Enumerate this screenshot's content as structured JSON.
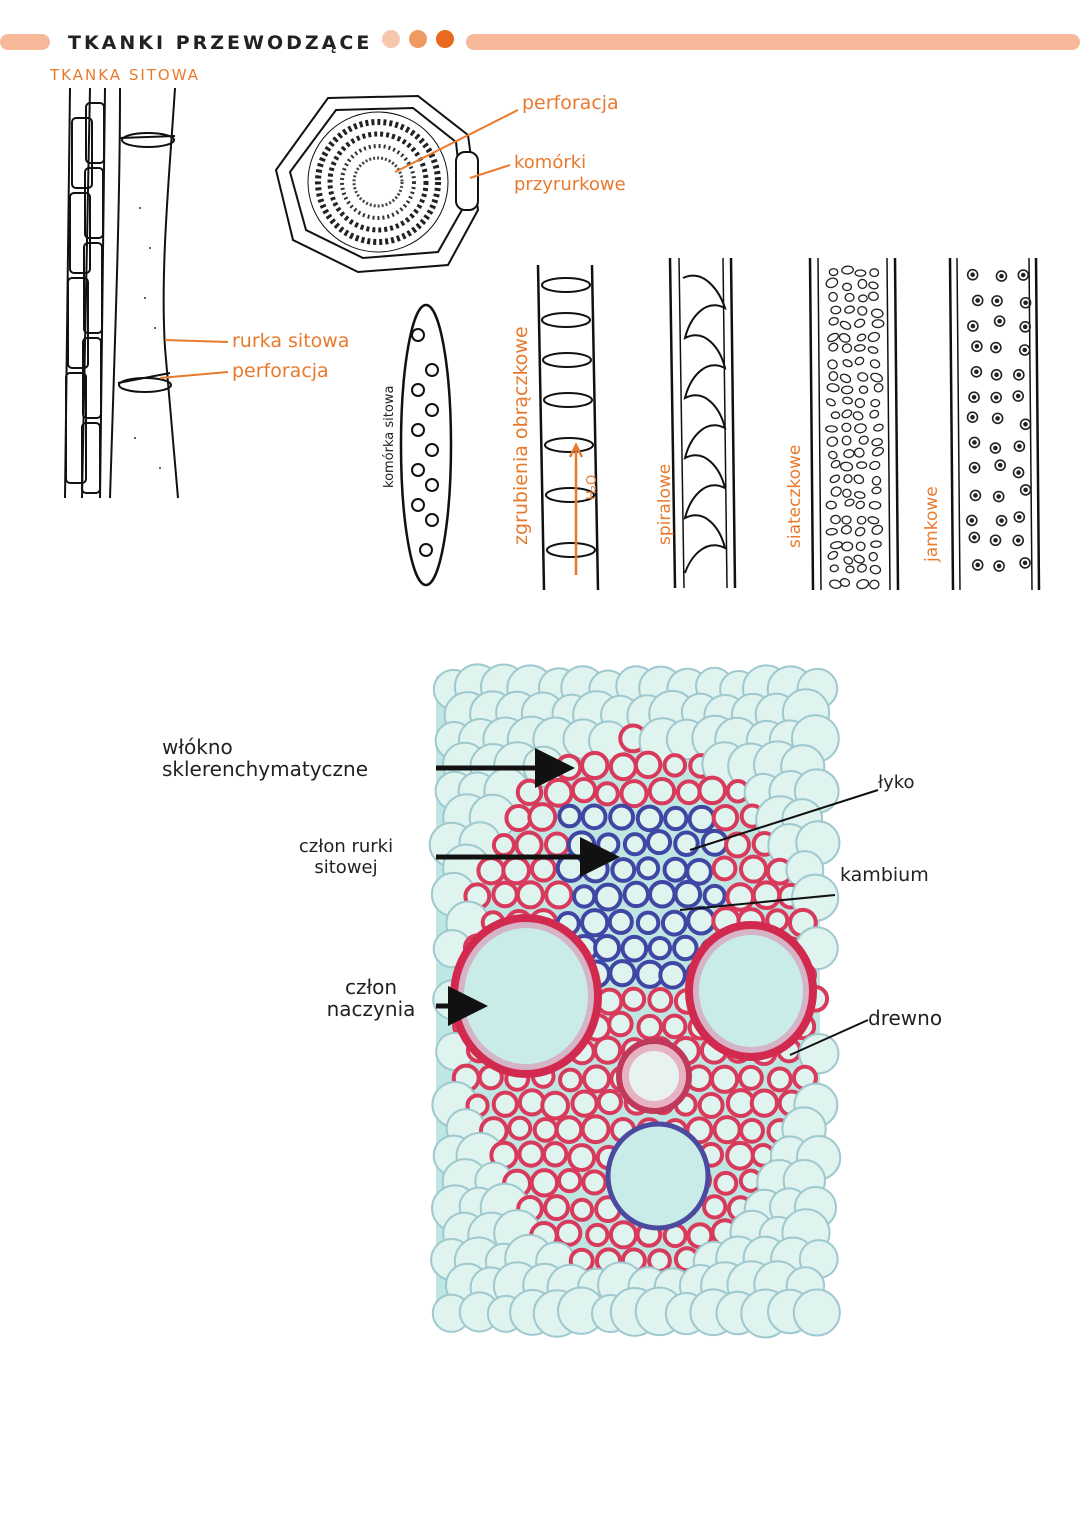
{
  "header": {
    "title": "TKANKI PRZEWODZĄCE",
    "subtitle": "TKANKA SITOWA",
    "accent_color": "#e87a2e",
    "bar_color": "#f6b898"
  },
  "sieve_section": {
    "label_tube": "rurka sitowa",
    "label_perforation": "perforacja",
    "label_perforation_top": "perforacja",
    "label_companion": "komórki przyrurkowe",
    "label_sieve_cell": "komórka sitowa"
  },
  "vessels": {
    "annular": "zgrubienia obrączkowe",
    "flow": "H₂O",
    "spiral": "spiralowe",
    "reticulate": "siateczkowe",
    "pitted": "jamkowe"
  },
  "micrograph": {
    "left_labels": [
      "włókno sklerenchymatyczne",
      "człon rurki sitowej",
      "człon naczynia"
    ],
    "right_labels": [
      "łyko",
      "kambium",
      "drewno"
    ]
  }
}
